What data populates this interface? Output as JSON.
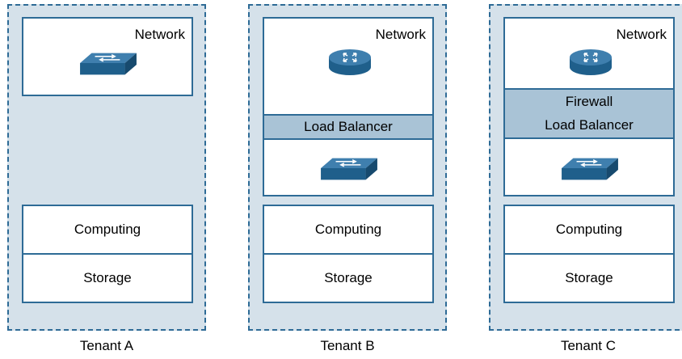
{
  "tenants": [
    {
      "name": "Tenant A",
      "network_label": "Network",
      "network_icon": "switch-icon",
      "computing_label": "Computing",
      "storage_label": "Storage"
    },
    {
      "name": "Tenant B",
      "network_label": "Network",
      "network_icon": "router-icon",
      "load_balancer_label": "Load Balancer",
      "switch_icon": "switch-icon",
      "computing_label": "Computing",
      "storage_label": "Storage"
    },
    {
      "name": "Tenant C",
      "network_label": "Network",
      "network_icon": "router-icon",
      "firewall_label": "Firewall",
      "load_balancer_label": "Load Balancer",
      "switch_icon": "switch-icon",
      "computing_label": "Computing",
      "storage_label": "Storage"
    }
  ],
  "colors": {
    "tenant_fill": "#d5e1ea",
    "border": "#2e6b96",
    "band_fill": "#a9c3d6",
    "icon_fill": "#1f5f8b"
  }
}
